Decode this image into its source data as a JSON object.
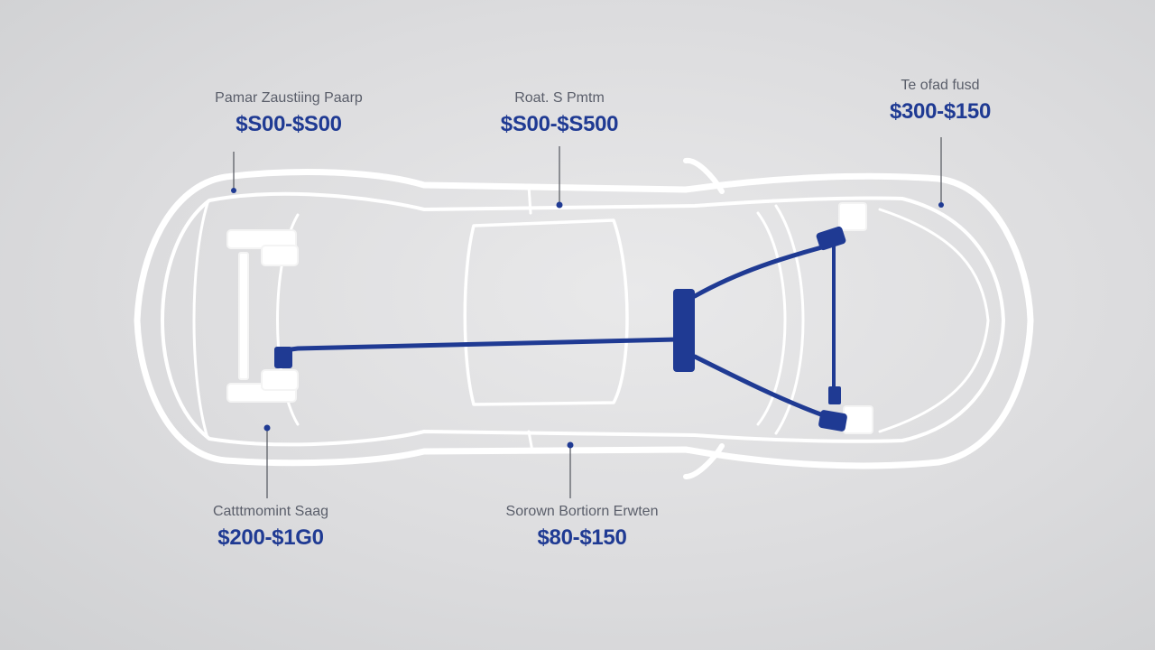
{
  "colors": {
    "accent": "#1f3a93",
    "line": "#ffffff",
    "label": "#5a5e6a",
    "background": "#dcdcde"
  },
  "callouts": [
    {
      "label": "Pamar Zaustiing Paarp",
      "price": "$S00-$S00"
    },
    {
      "label": "Roat. S Pmtm",
      "price": "$S00-$S500"
    },
    {
      "label": "Te ofad fusd",
      "price": "$300-$150"
    },
    {
      "label": "Catttmomint Saag",
      "price": "$200-$1G0"
    },
    {
      "label": "Sorown Bortiorn Erwten",
      "price": "$80-$150"
    }
  ]
}
